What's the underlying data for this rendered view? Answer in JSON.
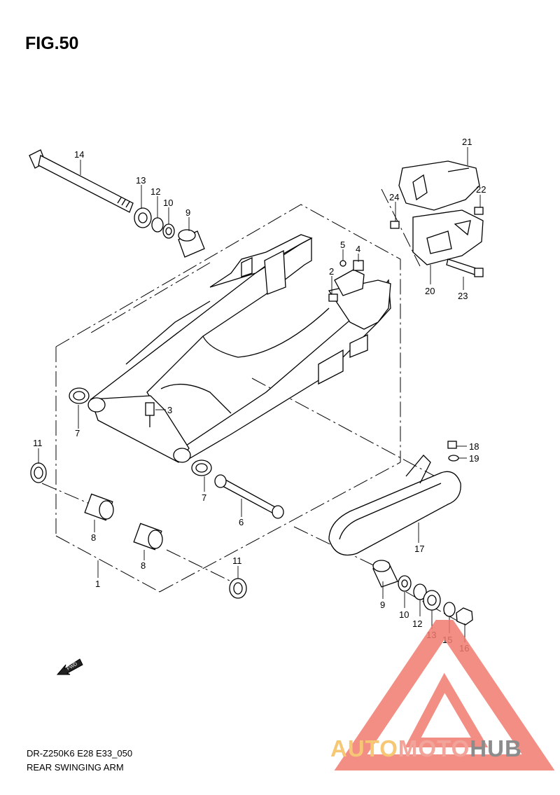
{
  "figure": {
    "title": "FIG.50"
  },
  "footer": {
    "model_code": "DR-Z250K6 E28 E33_050",
    "caption": "REAR SWINGING ARM"
  },
  "direction_marker": {
    "label": "FWD",
    "icon": "forward-arrow-icon"
  },
  "watermark": {
    "part_a": "AUTO",
    "part_b": "MOTO",
    "part_c": "HUB",
    "colors": {
      "auto": "#f6c774",
      "moto": "#f3a49a",
      "hub": "#8c8c8c",
      "logo": "#f07a6e"
    }
  },
  "callouts": {
    "c1": "1",
    "c2": "2",
    "c3": "3",
    "c4": "4",
    "c5": "5",
    "c6": "6",
    "c7a": "7",
    "c7b": "7",
    "c8a": "8",
    "c8b": "8",
    "c9a": "9",
    "c9b": "9",
    "c10a": "10",
    "c10b": "10",
    "c11a": "11",
    "c11b": "11",
    "c12a": "12",
    "c12b": "12",
    "c13a": "13",
    "c13b": "13",
    "c14": "14",
    "c15": "15",
    "c16": "16",
    "c17": "17",
    "c18": "18",
    "c19": "19",
    "c20": "20",
    "c21": "21",
    "c22": "22",
    "c23": "23",
    "c24": "24"
  }
}
